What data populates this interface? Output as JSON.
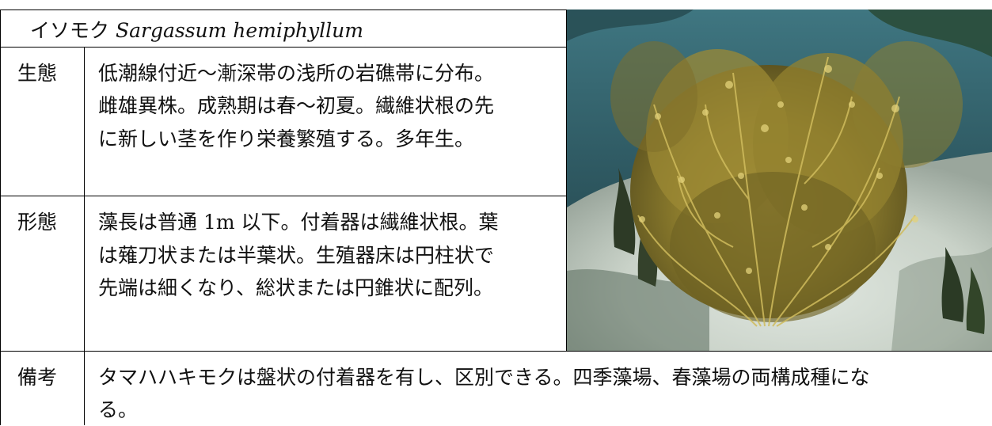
{
  "title": {
    "jp": "イソモク",
    "latin": "Sargassum hemiphyllum"
  },
  "rows": [
    {
      "label": "生態",
      "lines": [
        "低潮線付近〜漸深帯の浅所の岩礁帯に分布。",
        "雌雄異株。成熟期は春〜初夏。繊維状根の先",
        "に新しい茎を作り栄養繁殖する。多年生。"
      ]
    },
    {
      "label": "形態",
      "lines": [
        "藻長は普通 1m 以下。付着器は繊維状根。葉",
        "は薙刀状または半葉状。生殖器床は円柱状で",
        "先端は細くなり、総状または円錐状に配列。"
      ]
    },
    {
      "label": "備考",
      "lines": [
        "タマハハキモクは盤状の付着器を有し、区別できる。四季藻場、春藻場の両構成種にな",
        "る。"
      ]
    }
  ],
  "photo": {
    "subject": "seaweed-photo",
    "colors": {
      "water": "#2f5a63",
      "rock": "#c9d2c8",
      "algae": "#8a7a2c",
      "algae_light": "#c8b456",
      "algae_dark": "#4f4a1c"
    }
  }
}
